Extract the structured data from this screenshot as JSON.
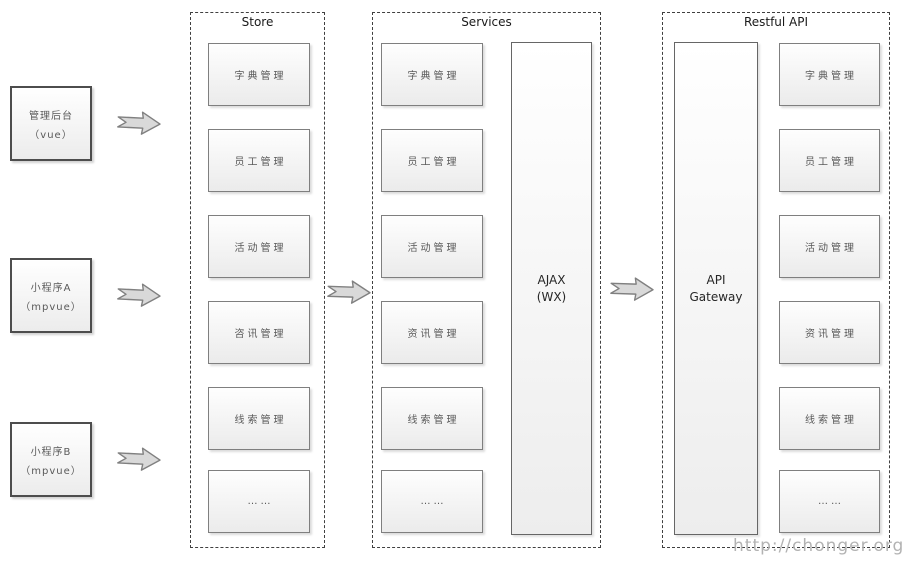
{
  "watermark": "http://chonger.org",
  "clients": [
    {
      "name": "管理后台",
      "tech": "（vue）"
    },
    {
      "name": "小程序A",
      "tech": "（mpvue）"
    },
    {
      "name": "小程序B",
      "tech": "（mpvue）"
    }
  ],
  "store": {
    "title": "Store",
    "modules": [
      "字典管理",
      "员工管理",
      "活动管理",
      "咨讯管理",
      "线索管理",
      "……"
    ]
  },
  "services": {
    "title": "Services",
    "modules": [
      "字典管理",
      "员工管理",
      "活动管理",
      "资讯管理",
      "线索管理",
      "……"
    ],
    "ajax": {
      "line1": "AJAX",
      "line2": "(WX)"
    }
  },
  "restful": {
    "title": "Restful API",
    "gateway": {
      "line1": "API",
      "line2": "Gateway"
    },
    "modules": [
      "字典管理",
      "员工管理",
      "活动管理",
      "资讯管理",
      "线索管理",
      "……"
    ]
  },
  "colors": {
    "box_border": "#7f7f7f",
    "client_border": "#4d4d4d",
    "box_fill_top": "#ffffff",
    "box_fill_bottom": "#ebebeb",
    "arrow_fill": "#d9d9d9",
    "arrow_stroke": "#808080",
    "dashed_border": "#404040",
    "label_text": "#595959",
    "title_text": "#1a1a1a",
    "watermark_text": "#b3b3b3"
  }
}
